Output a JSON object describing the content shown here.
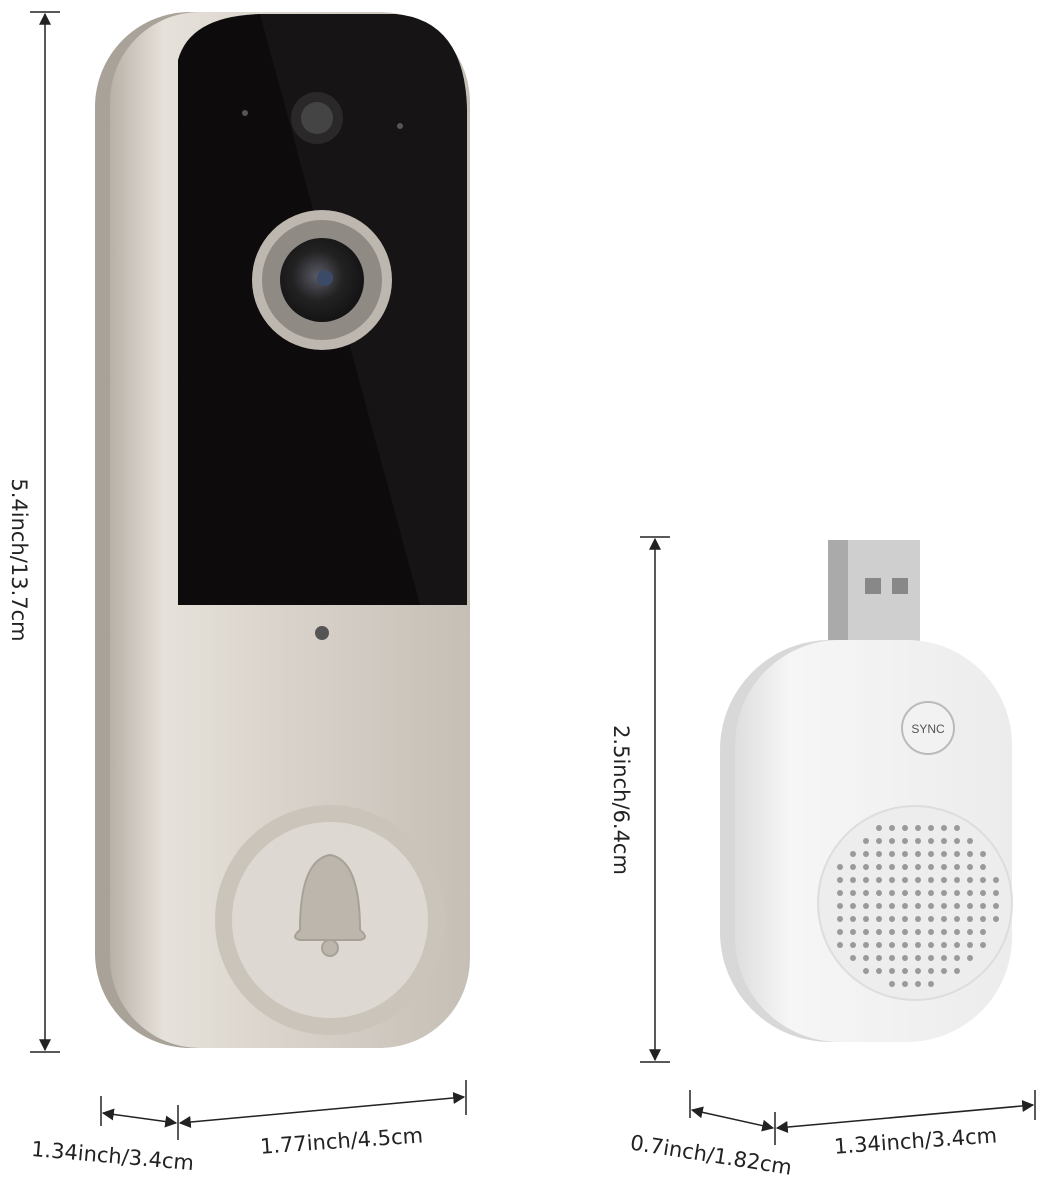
{
  "doorbell": {
    "height_label": "5.4inch/13.7cm",
    "depth_label": "1.34inch/3.4cm",
    "width_label": "1.77inch/4.5cm",
    "icon": "bell-icon",
    "body_color": "#d9d3cb",
    "panel_color": "#0d0b0b"
  },
  "chime": {
    "height_label": "2.5inch/6.4cm",
    "depth_label": "0.7inch/1.82cm",
    "width_label": "1.34inch/3.4cm",
    "sync_label": "SYNC",
    "body_color": "#f4f4f4"
  }
}
